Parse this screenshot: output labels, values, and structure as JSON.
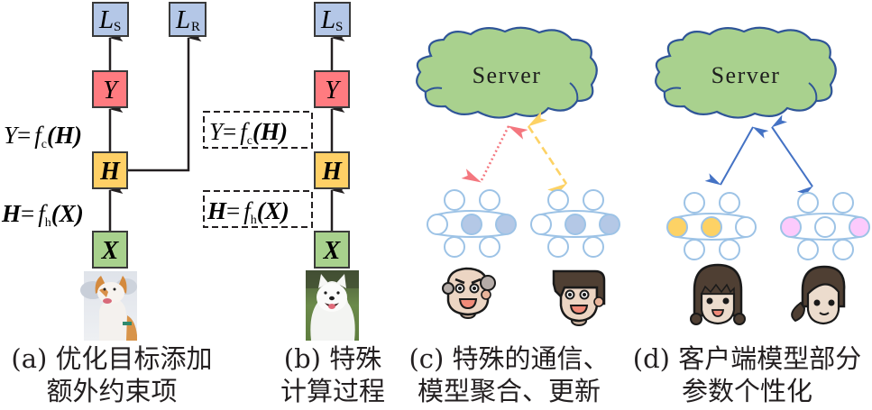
{
  "panels": {
    "a": {
      "caption_line1": "(a) 优化目标添加",
      "caption_line2": "额外约束项",
      "boxes": {
        "ls": {
          "main": "L",
          "sub": "S"
        },
        "lr": {
          "main": "L",
          "sub": "R"
        },
        "y": {
          "main": "Y"
        },
        "h": {
          "main": "H"
        },
        "x": {
          "main": "X"
        }
      },
      "eq_y": {
        "lhs": "Y",
        "eq": "=",
        "f": "f",
        "sub": "c",
        "arg": "(H)"
      },
      "eq_h": {
        "lhs": "H",
        "eq": "=",
        "f": "f",
        "sub": "h",
        "arg": "(X)"
      },
      "image": "corgi-dog-photo"
    },
    "b": {
      "caption_line1": "(b) 特殊",
      "caption_line2": "计算过程",
      "boxes": {
        "ls": {
          "main": "L",
          "sub": "S"
        },
        "y": {
          "main": "Y"
        },
        "h": {
          "main": "H"
        },
        "x": {
          "main": "X"
        }
      },
      "eq_y": {
        "lhs": "Y",
        "eq": "=",
        "f": "f",
        "sub": "c",
        "arg": "(H)"
      },
      "eq_h": {
        "lhs": "H",
        "eq": "=",
        "f": "f",
        "sub": "h",
        "arg": "(X)"
      },
      "image": "samoyed-dog-photo"
    },
    "c": {
      "caption_line1": "(c) 特殊的通信、",
      "caption_line2": "模型聚合、更新",
      "server_label": "Server",
      "left_arrow_style": "dotted",
      "right_arrow_style": "dashed",
      "networks": [
        {
          "highlighted_nodes": [
            "middle-2",
            "middle-3"
          ],
          "highlight_color": "#b4c8e6"
        },
        {
          "highlighted_nodes": [
            "middle-2",
            "middle-3"
          ],
          "highlight_color": "#b4c8e6"
        }
      ],
      "clients": [
        "elderly-man-avatar",
        "young-man-avatar"
      ]
    },
    "d": {
      "caption_line1": "(d) 客户端模型部分",
      "caption_line2": "参数个性化",
      "server_label": "Server",
      "left_arrow_style": "solid",
      "right_arrow_style": "solid",
      "networks": [
        {
          "highlighted_nodes": [
            "middle-1",
            "middle-2"
          ],
          "highlight_color": "#fdd265"
        },
        {
          "highlighted_nodes": [
            "middle-1",
            "middle-3"
          ],
          "highlight_color": "#fccafc"
        }
      ],
      "clients": [
        "girl-with-pigtails-avatar",
        "woman-with-ponytail-avatar"
      ]
    }
  },
  "colors": {
    "loss_box": "#b4c7e7",
    "y_box": "#ff7b80",
    "h_box": "#ffd066",
    "x_box": "#a8d18d",
    "cloud_fill": "#a9d18e",
    "cloud_stroke": "#2f5597",
    "node_stroke": "#9dc3e6",
    "arrow_red": "#f4777f",
    "arrow_yellow": "#fdd265",
    "arrow_blue": "#4472c4"
  }
}
